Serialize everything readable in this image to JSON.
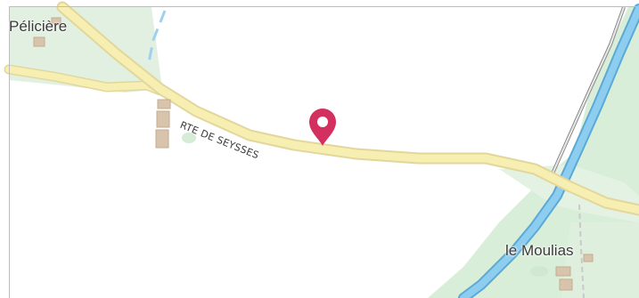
{
  "map": {
    "places": {
      "peliciere": "Pélicière",
      "moulias": "le Moulias"
    },
    "road_label": "RTE DE SEYSSES",
    "marker_icon": "map-pin-icon",
    "colors": {
      "road_fill": "#f7efb2",
      "road_casing": "#e3d69a",
      "water": "#7cc2e8",
      "water_edge": "#5aa9d6",
      "vegetation": "#dcefdc",
      "railway": "#7a7a7a",
      "building": "#d8c4ad",
      "marker": "#d3305f"
    }
  }
}
